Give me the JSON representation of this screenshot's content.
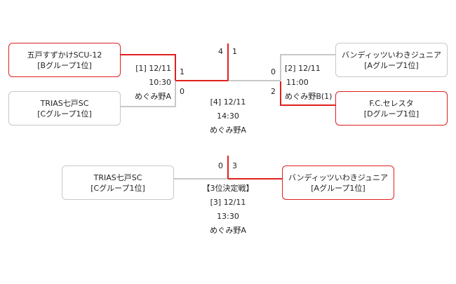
{
  "colors": {
    "win_line": "#e0201f",
    "line": "#c8c8c8",
    "border": "#c8c8c8"
  },
  "semifinal_left": {
    "team_top": {
      "name": "五戸すずかけSCU-12",
      "group": "[Bグループ1位]"
    },
    "team_bottom": {
      "name": "TRIAS七戸SC",
      "group": "[Cグループ1位]"
    },
    "match_no": "[1]",
    "date": "12/11",
    "time": "10:30",
    "venue": "めぐみ野A",
    "score_top": "1",
    "score_bottom": "0"
  },
  "semifinal_right": {
    "team_top": {
      "name": "バンディッツいわきジュニア",
      "group": "[Aグループ1位]"
    },
    "team_bottom": {
      "name": "F.C.セレスタ",
      "group": "[Dグループ1位]"
    },
    "match_no": "[2]",
    "date": "12/11",
    "time": "11:00",
    "venue": "めぐみ野B(1)",
    "score_top": "0",
    "score_bottom": "2"
  },
  "final": {
    "match_no": "[4]",
    "date": "12/11",
    "time": "14:30",
    "venue": "めぐみ野A",
    "score_left": "4",
    "score_right": "1"
  },
  "third_place": {
    "title": "【3位決定戦】",
    "team_left": {
      "name": "TRIAS七戸SC",
      "group": "[Cグループ1位]"
    },
    "team_right": {
      "name": "バンディッツいわきジュニア",
      "group": "[Aグループ1位]"
    },
    "match_no": "[3]",
    "date": "12/11",
    "time": "13:30",
    "venue": "めぐみ野A",
    "score_left": "0",
    "score_right": "3"
  }
}
